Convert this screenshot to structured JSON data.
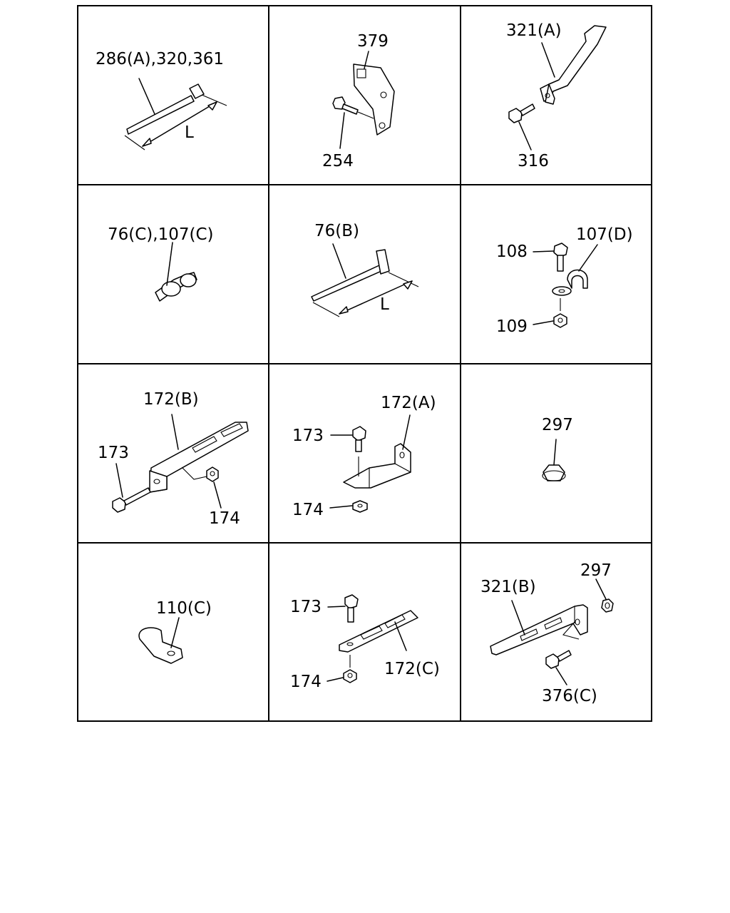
{
  "cells": [
    {
      "labels": [
        "286(A),320,361",
        "L"
      ]
    },
    {
      "labels": [
        "379",
        "254"
      ]
    },
    {
      "labels": [
        "321(A)",
        "316"
      ]
    },
    {
      "labels": [
        "76(C),107(C)"
      ]
    },
    {
      "labels": [
        "76(B)",
        "L"
      ]
    },
    {
      "labels": [
        "108",
        "107(D)",
        "109"
      ]
    },
    {
      "labels": [
        "172(B)",
        "173",
        "174"
      ]
    },
    {
      "labels": [
        "172(A)",
        "173",
        "174"
      ]
    },
    {
      "labels": [
        "297"
      ]
    },
    {
      "labels": [
        "110(C)"
      ]
    },
    {
      "labels": [
        "173",
        "172(C)",
        "174"
      ]
    },
    {
      "labels": [
        "321(B)",
        "297",
        "376(C)"
      ]
    }
  ]
}
